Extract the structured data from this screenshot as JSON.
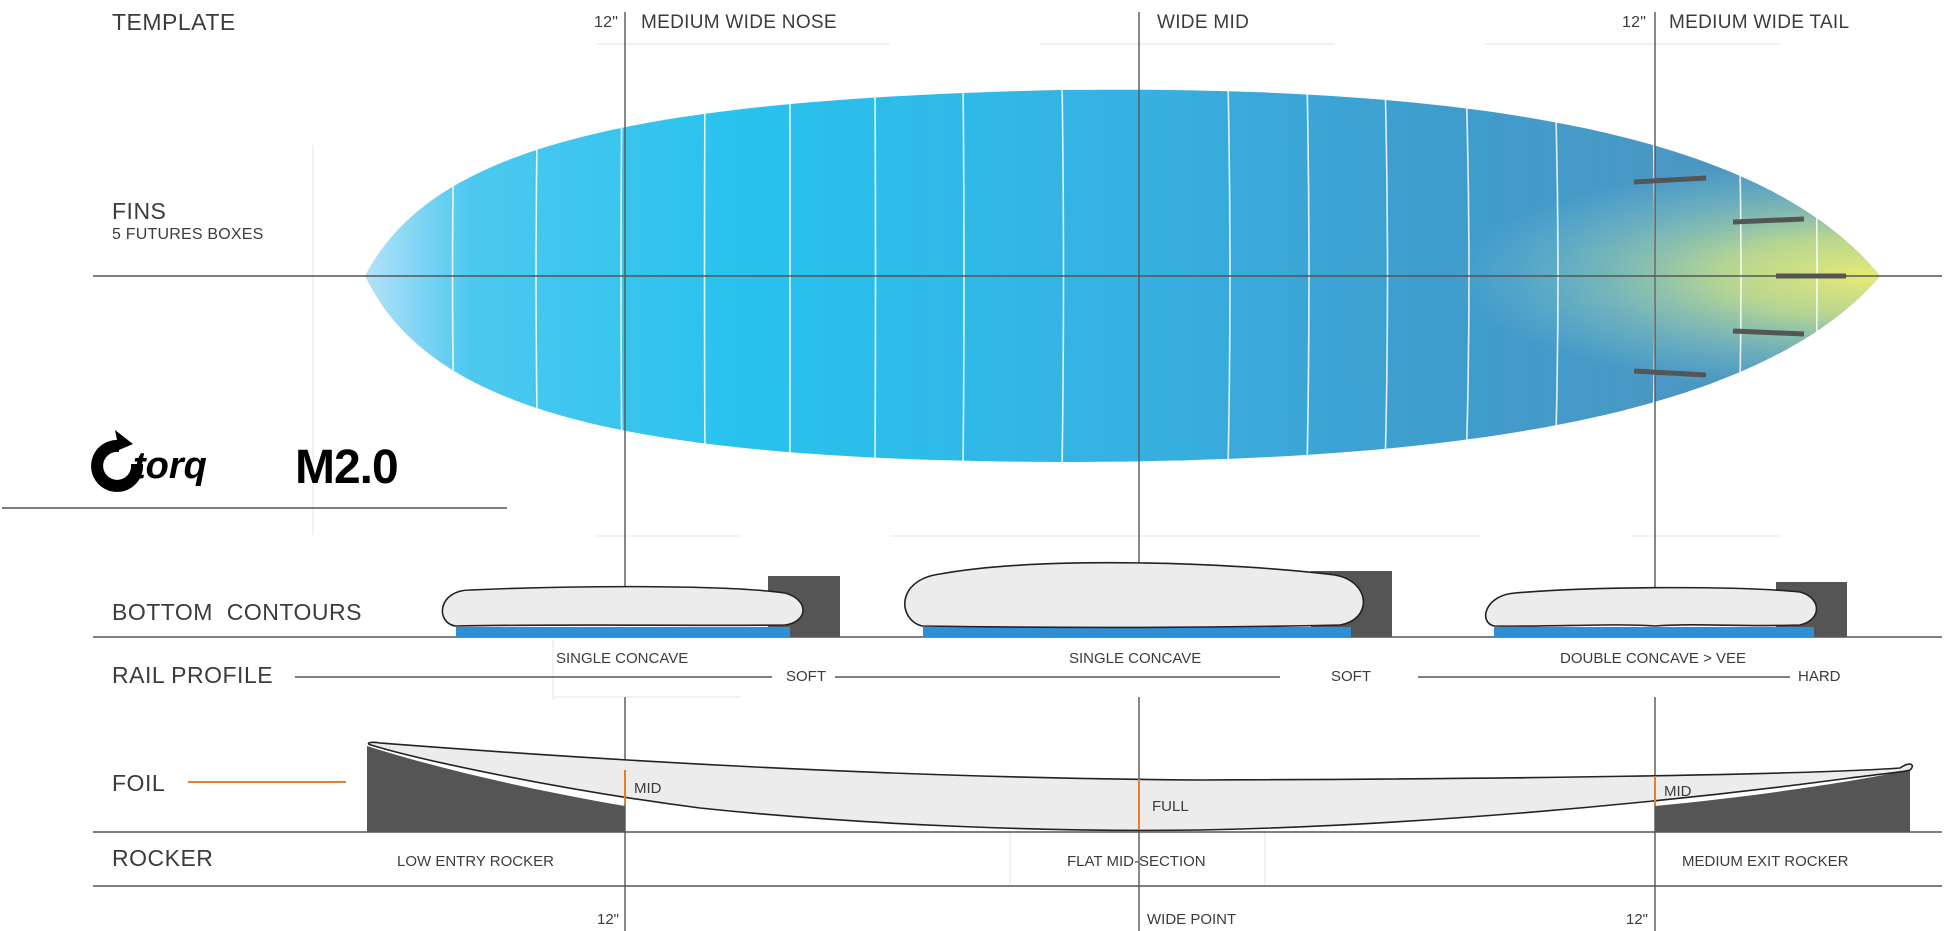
{
  "brand": {
    "logo_text": "torq",
    "model": "M2.0"
  },
  "colors": {
    "board_nose": "#a6dcf7",
    "board_main": "#2ec2ec",
    "board_mid": "#3fa1cf",
    "board_tail": "#dce67a",
    "contour_fill": "#ececec",
    "contour_blue": "#2f8fd6",
    "dark_block": "#555555",
    "accent_orange": "#e87f2a",
    "line_gray": "#555555"
  },
  "sections": {
    "template": "TEMPLATE",
    "fins": "FINS",
    "fins_sub": "5 FUTURES BOXES",
    "bottom_contours": "BOTTOM  CONTOURS",
    "rail_profile": "RAIL PROFILE",
    "foil": "FOIL",
    "rocker": "ROCKER"
  },
  "template_labels": {
    "nose_dist": "12\"",
    "nose": "MEDIUM WIDE NOSE",
    "mid": "WIDE MID",
    "tail_dist": "12\"",
    "tail": "MEDIUM WIDE TAIL"
  },
  "bottom_contours": {
    "nose": "SINGLE CONCAVE",
    "mid": "SINGLE CONCAVE",
    "tail": "DOUBLE CONCAVE > VEE"
  },
  "rail_profile": {
    "nose": "SOFT",
    "mid": "SOFT",
    "tail": "HARD"
  },
  "foil": {
    "nose": "MID",
    "mid": "FULL",
    "tail": "MID"
  },
  "rocker": {
    "nose": "LOW ENTRY ROCKER",
    "mid": "FLAT MID-SECTION",
    "tail": "MEDIUM EXIT ROCKER"
  },
  "bottom_markers": {
    "nose": "12\"",
    "mid": "WIDE POINT",
    "tail": "12\""
  }
}
